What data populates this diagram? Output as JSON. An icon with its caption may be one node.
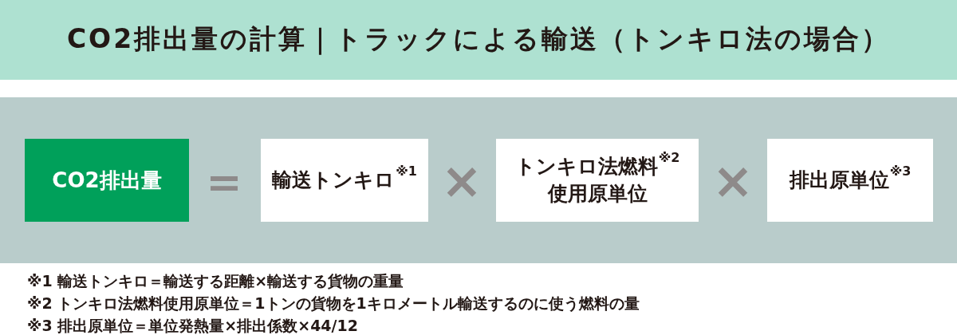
{
  "diagram": {
    "title": "CO2排出量の計算｜トラックによる輸送（トンキロ法の場合）",
    "nodes": [
      {
        "text": [
          "CO2排出量"
        ]
      },
      {
        "text": [
          "輸送トンキロ$^{※1}$"
        ]
      },
      {
        "text": [
          "トンキロ法燃料$^{※2}$使用原単位"
        ]
      },
      {
        "text": [
          "排出原単位$^{※3}$"
        ]
      }
    ],
    "labels": [
      "＝",
      "×",
      "×",
      "※1 輸送トンキロ＝輸送する距離×輸送する貨物の重量",
      "※2 トンキロ法燃料使用原単位＝1トンの貨物を1キロメートル輸送するのに使う燃料の量",
      "※3 排出原単位＝単位発熱量×排出係数×44/12"
    ]
  }
}
